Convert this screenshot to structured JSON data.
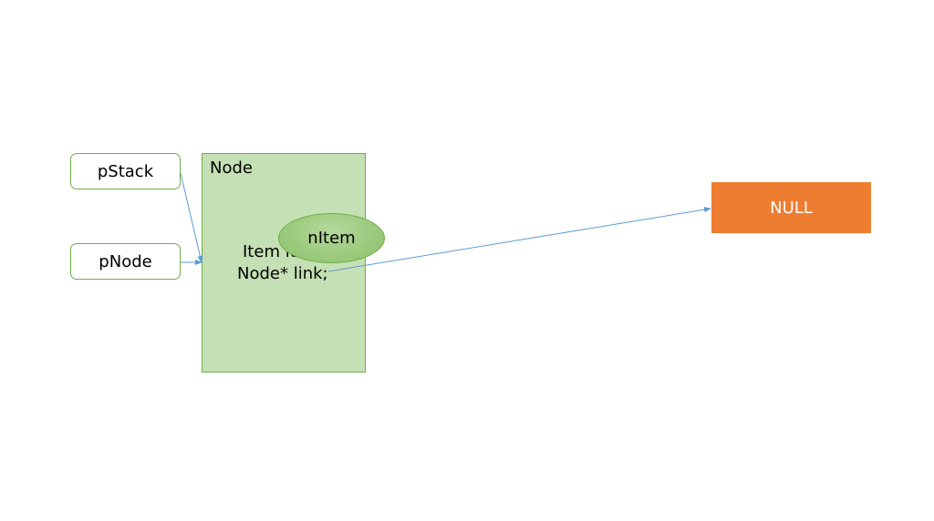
{
  "diagram": {
    "pointers": {
      "pstack_label": "pStack",
      "pnode_label": "pNode"
    },
    "node": {
      "title": "Node",
      "field_item": "Item it",
      "field_link": "Node* link;"
    },
    "ellipse_label": "nItem",
    "null_label": "NULL"
  },
  "colors": {
    "node_fill": "#c5e0b4",
    "border_green": "#70ad47",
    "ellipse_fill": "#9ccb7e",
    "null_fill": "#ed7d31",
    "arrow": "#5b9bd5"
  }
}
